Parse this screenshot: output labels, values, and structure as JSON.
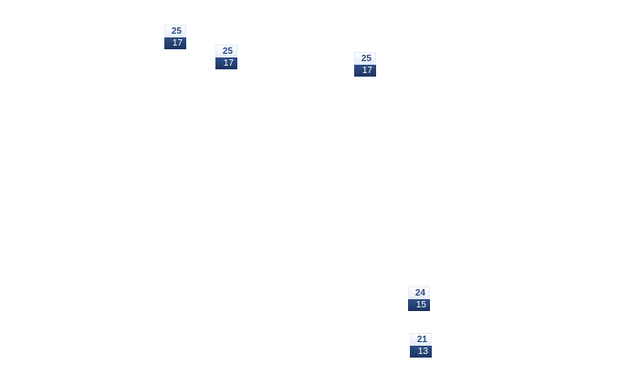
{
  "markers": [
    {
      "high": "25",
      "low": "17"
    },
    {
      "high": "25",
      "low": "17"
    },
    {
      "high": "25",
      "low": "17"
    },
    {
      "high": "24",
      "low": "15"
    },
    {
      "high": "21",
      "low": "13"
    }
  ]
}
